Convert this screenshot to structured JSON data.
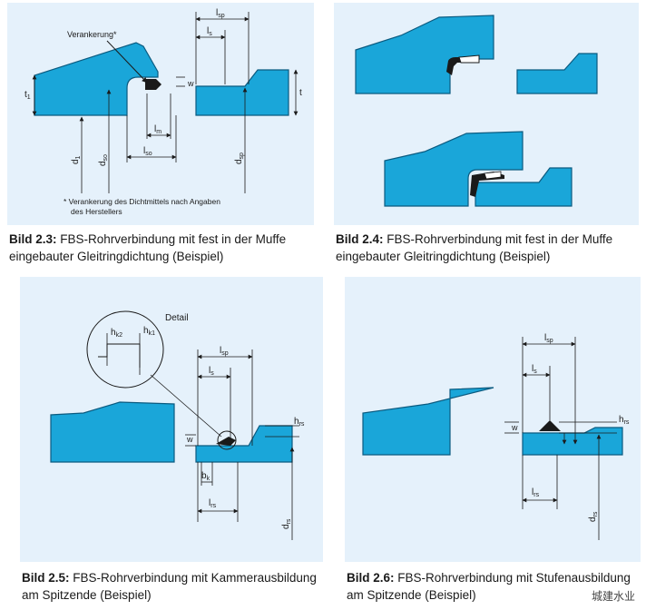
{
  "figures": [
    {
      "id": "2.3",
      "caption_num": "Bild 2.3:",
      "caption_text": "FBS-Rohrverbindung mit fest in der Muffe eingebauter Gleitringdichtung (Beispiel)",
      "labels": {
        "anchor": "Verankerung*",
        "t1_left": "t",
        "t1_right": "t",
        "sub1": "1",
        "w": "w",
        "lsp_main": "l",
        "lsp_sub": "sp",
        "ls_main": "l",
        "ls_sub": "s",
        "lm_main": "l",
        "lm_sub": "m",
        "lso_main": "l",
        "lso_sub": "so",
        "d1_main": "d",
        "d1_sub": "1",
        "dso_main": "d",
        "dso_sub": "so",
        "dsp_main": "d",
        "dsp_sub": "sp",
        "footnote_line1": "* Verankerung des Dichtmittels nach Angaben",
        "footnote_line2": "des Herstellers"
      }
    },
    {
      "id": "2.4",
      "caption_num": "Bild 2.4:",
      "caption_text": "FBS-Rohrverbindung mit fest in der Muffe eingebauter Gleitringdichtung (Beispiel)"
    },
    {
      "id": "2.5",
      "caption_num": "Bild 2.5:",
      "caption_text": "FBS-Rohrverbindung mit Kammerausbildung am Spitzende (Beispiel)",
      "labels": {
        "detail": "Detail",
        "hk2_main": "h",
        "hk2_sub": "k2",
        "hk1_main": "h",
        "hk1_sub": "k1",
        "lsp_main": "l",
        "lsp_sub": "sp",
        "ls_main": "l",
        "ls_sub": "s",
        "w": "w",
        "hrs_main": "h",
        "hrs_sub": "rs",
        "bk_main": "b",
        "bk_sub": "k",
        "lrs_main": "l",
        "lrs_sub": "rs",
        "drs_main": "d",
        "drs_sub": "rs"
      }
    },
    {
      "id": "2.6",
      "caption_num": "Bild 2.6:",
      "caption_text": "FBS-Rohrverbindung mit Stufenausbildung am Spitzende (Beispiel)",
      "labels": {
        "lsp_main": "l",
        "lsp_sub": "sp",
        "ls_main": "l",
        "ls_sub": "s",
        "w": "w",
        "hrs_main": "h",
        "hrs_sub": "rs",
        "lrs_main": "l",
        "lrs_sub": "rs",
        "drs_main": "d",
        "drs_sub": "rs"
      }
    }
  ],
  "watermark": "城建水业",
  "colors": {
    "panel_bg": "#e5f1fb",
    "pipe_fill": "#1aa6d9",
    "pipe_stroke": "#0b5b80",
    "gasket": "#1a1a1a"
  }
}
